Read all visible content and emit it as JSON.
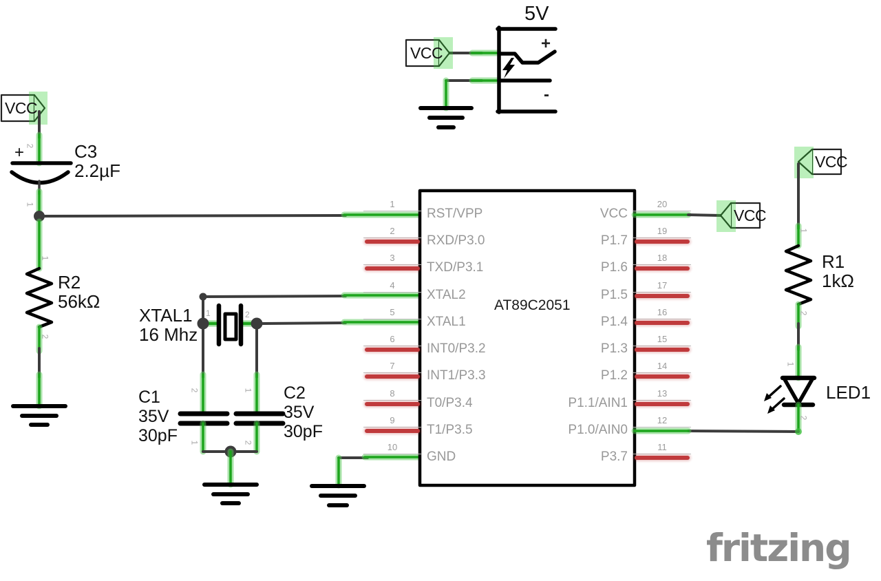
{
  "schematic": {
    "power": {
      "supply_label": "5V",
      "vcc": "VCC",
      "battery": {
        "plus": "+",
        "minus": "-"
      }
    },
    "ic": {
      "name": "AT89C2051",
      "left_pins": [
        {
          "num": "1",
          "label": "RST/VPP",
          "connected": true
        },
        {
          "num": "2",
          "label": "RXD/P3.0",
          "connected": false
        },
        {
          "num": "3",
          "label": "TXD/P3.1",
          "connected": false
        },
        {
          "num": "4",
          "label": "XTAL2",
          "connected": true
        },
        {
          "num": "5",
          "label": "XTAL1",
          "connected": true
        },
        {
          "num": "6",
          "label": "INT0/P3.2",
          "connected": false
        },
        {
          "num": "7",
          "label": "INT1/P3.3",
          "connected": false
        },
        {
          "num": "8",
          "label": "T0/P3.4",
          "connected": false
        },
        {
          "num": "9",
          "label": "T1/P3.5",
          "connected": false
        },
        {
          "num": "10",
          "label": "GND",
          "connected": true
        }
      ],
      "right_pins": [
        {
          "num": "20",
          "label": "VCC",
          "connected": true
        },
        {
          "num": "19",
          "label": "P1.7",
          "connected": false
        },
        {
          "num": "18",
          "label": "P1.6",
          "connected": false
        },
        {
          "num": "17",
          "label": "P1.5",
          "connected": false
        },
        {
          "num": "16",
          "label": "P1.4",
          "connected": false
        },
        {
          "num": "15",
          "label": "P1.3",
          "connected": false
        },
        {
          "num": "14",
          "label": "P1.2",
          "connected": false
        },
        {
          "num": "13",
          "label": "P1.1/AIN1",
          "connected": false
        },
        {
          "num": "12",
          "label": "P1.0/AIN0",
          "connected": true
        },
        {
          "num": "11",
          "label": "P3.7",
          "connected": false
        }
      ]
    },
    "components": {
      "c3": {
        "ref": "C3",
        "value": "2.2µF",
        "plus": "+",
        "pin_top": "2",
        "pin_bottom": "1"
      },
      "r2": {
        "ref": "R2",
        "value": "56kΩ",
        "pin_top": "1",
        "pin_bottom": "2"
      },
      "xtal": {
        "ref": "XTAL1",
        "value": "16 Mhz",
        "pin_left": "1",
        "pin_right": "2"
      },
      "c1": {
        "ref": "C1",
        "voltage": "35V",
        "value": "30pF",
        "pin_top": "2",
        "pin_bottom": "1"
      },
      "c2": {
        "ref": "C2",
        "voltage": "35V",
        "value": "30pF",
        "pin_top": "1",
        "pin_bottom": "2"
      },
      "r1": {
        "ref": "R1",
        "value": "1kΩ",
        "pin_top": "1",
        "pin_bottom": "2"
      },
      "led": {
        "ref": "LED1",
        "pin_top": "1",
        "pin_bottom": "2"
      }
    },
    "logo": "fritzing",
    "colors": {
      "wire_green": "#1da51d",
      "green_glow": "#55c855",
      "unrouted_red": "#c03a3c",
      "wire_dark": "#3c3c3c",
      "pin_label_gray": "#989898",
      "logo_gray": "#8c8c8c"
    }
  }
}
